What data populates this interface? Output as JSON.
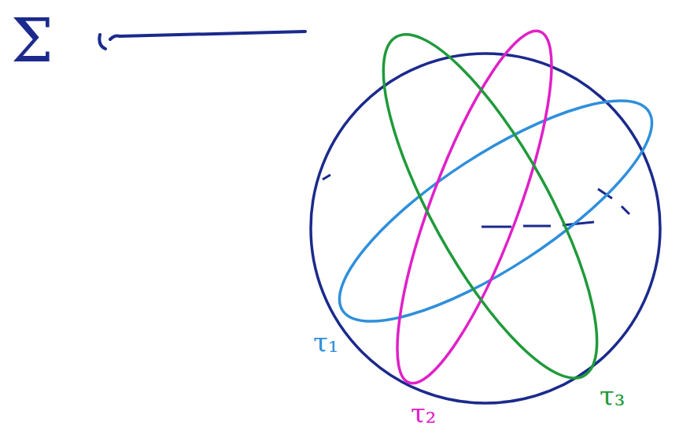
{
  "diagram": {
    "labels": [
      "Σ",
      "τ₁",
      "τ₂",
      "τ₃"
    ]
  }
}
